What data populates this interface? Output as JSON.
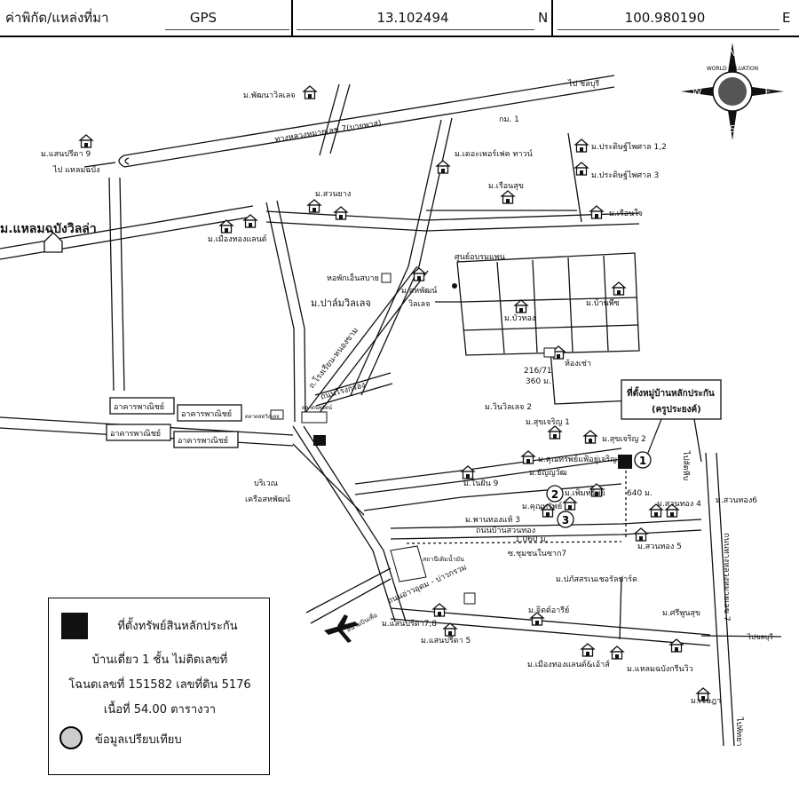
{
  "header": {
    "location_label": "ค่าพิกัด/แหล่งที่มา",
    "source": "GPS",
    "latitude": "13.102494",
    "lat_dir": "N",
    "longitude": "100.980190",
    "lon_dir": "E"
  },
  "compass": {
    "n": "N",
    "s": "S",
    "e": "E",
    "w": "W",
    "emblem": "WORLD VALUATION"
  },
  "places": {
    "pattana": "ม.พัฒนาวิลเลจ",
    "to_chonburi": "ไป ชลบุรี",
    "highway7_bypass": "ทางหลวงหมายเลข 7(บายพาส)",
    "km1": "กม. 1",
    "saenprida9": "ม.แสนปรีดา 9",
    "to_laemchabang": "ไป แหลมฉบัง",
    "prasit12": "ม.ประดิษฐ์ไพศาล 1,2",
    "perfect_town": "ม.เดอะเพอร์เฟค ทาวน์",
    "prasit3": "ม.ประดิษฐ์ไพศาล 3",
    "suanyang": "ม.สวนยาง",
    "ruensuk": "ม.เรือนสุข",
    "ruenjai": "ม.เรือนใจ",
    "laem_villa": "ม.แหลมฉบังวิลล่า",
    "muang_thong_land": "ม.เมืองทองแลนด์",
    "dorm": "หอพักเอ็นสบาย",
    "training_center": "ศูนย์อบรมแพน",
    "palm_village": "ม.ปาล์มวิลเลจ",
    "sahapat_village_1": "ม.สหพัฒน์",
    "sahapat_village_2": "วิลเลจ",
    "bua_thong_a": "ม.บัวทอง",
    "pattana_b": "ม.บ้านพีซ",
    "school_road": "ถ.โรงเรียน-หนองขาม",
    "rongkrong_road": "ถนนโรงกรอง",
    "room_rent": "ห้องเช่า",
    "d216": "216/71",
    "d360": "360 ม.",
    "commercial1": "อาคารพาณิชย์",
    "commercial2": "อาคารพาณิชย์",
    "commercial3": "อาคารพาณิชย์",
    "commercial4": "อาคารพาณิชย์",
    "market": "ตลาดสดวิลเลจ",
    "fresh_market": "ตลาดนพรัตน์",
    "win_village": "ม.วินวิลเลจ 2",
    "subject_box_1": "ที่ตั้งหมู่บ้านหลักประกัน",
    "subject_box_2": "(ครูประยงค์)",
    "sukcharoen1": "ม.สุขเจริญ 1",
    "sukcharoen2": "ม.สุขเจริญ 2",
    "kunsap": "ม.คุณทรัพย์แฟ้อยู่เจริญ",
    "thanyawat": "ม.ธัญญวัฒ",
    "nanfan": "ม.ในฝัน 9",
    "area_1": "บริเวณ",
    "area_2": "เครือสหพัฒน์",
    "permsap": "ม.เพิ่มทรัพย์",
    "d640": "640 ม.",
    "kunsap2": "ม.คุณทรัพย์",
    "panthong": "ม.พานทองแท้ 3",
    "suanthong4": "ม.สวนทอง 4",
    "suanthong6": "ม.สวนทอง6",
    "suanthong5": "ม.สวนทอง 5",
    "suanthong_road": "ถนนบ้านสวนทอง",
    "d1060": "1,060 ม.",
    "soi7": "ซ.ชุมชนในซาก7",
    "gas_station": "สถานีเติมน้ำมัน",
    "phiphat": "ม.ปภัสสรเนเชอรัลปาร์ค",
    "sukhumvit_road": "ถนนอ่าวอุดม - บ่าวกรวม",
    "airport_road": "สนามบินเพื่อ",
    "jit_aree": "ม.จิตต์อารีย์",
    "saenprida78": "ม.แสนปรีดา7,8",
    "saenprida5": "ม.แสนปรีดา 5",
    "sripoonsuk": "ม.ศรีพูนสุข",
    "mtl_ace": "ม.เมืองทองแลนด์&เอ้าส์",
    "laem_green": "ม.แหลมฉบังกรีนวิว",
    "jetsada": "ม.เจษฎา",
    "highway7": "ถนนทางหลวงหมายเลข 7",
    "to_sattahip": "ไปสัตหีบ",
    "to_pattaya": "ไปพัทยา",
    "to_chon_right": "ไปชลบุรี",
    "marker1": "1",
    "marker2": "2",
    "marker3": "3"
  },
  "legend": {
    "title": "ที่ตั้งทรัพย์สินหลักประกัน",
    "line2": "บ้านเดี่ยว 1 ชั้น ไม่ติดเลขที่",
    "line3": "โฉนดเลขที่ 151582 เลขที่ดิน 5176",
    "line4": "เนื้อที่ 54.00 ตารางวา",
    "compare": "ข้อมูลเปรียบเทียบ"
  },
  "colors": {
    "ink": "#111111",
    "compare_fill": "#cccccc"
  }
}
